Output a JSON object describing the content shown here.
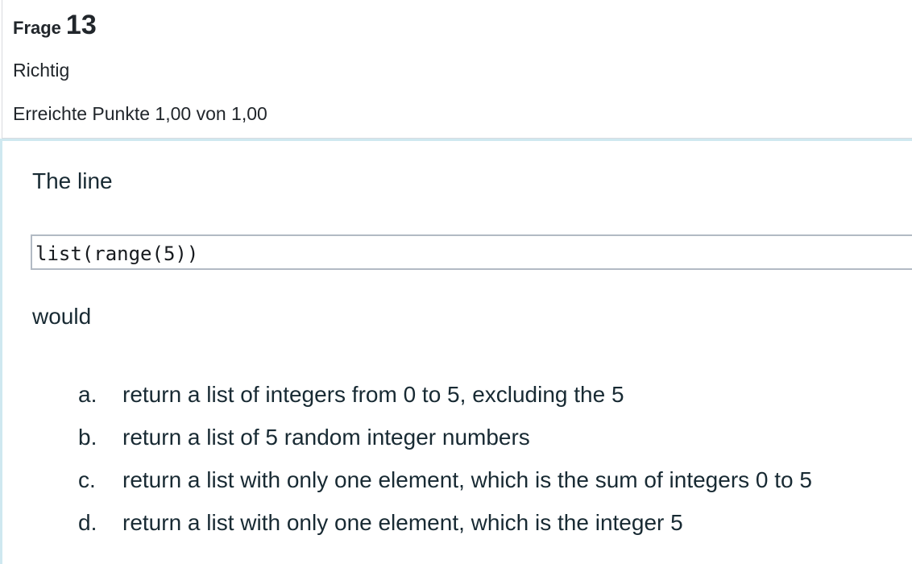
{
  "question": {
    "label": "Frage",
    "number": "13",
    "status": "Richtig",
    "grade": "Erreichte Punkte 1,00 von 1,00"
  },
  "body": {
    "intro": "The line",
    "code": "list(range(5))",
    "connector": "would",
    "options": [
      {
        "letter": "a.",
        "text": "return a list of integers from 0 to 5, excluding the 5"
      },
      {
        "letter": "b.",
        "text": "return a list of 5 random integer numbers"
      },
      {
        "letter": "c.",
        "text": "return a list with only one element, which is the sum of integers 0 to 5"
      },
      {
        "letter": "d.",
        "text": "return a list with only one element, which is the integer 5"
      }
    ]
  },
  "colors": {
    "text_dark": "#182a33",
    "header_text": "#21262b",
    "accent_border": "#cfe8f0",
    "info_border": "#d9dbdf",
    "codebox_border": "#b2bac4"
  }
}
